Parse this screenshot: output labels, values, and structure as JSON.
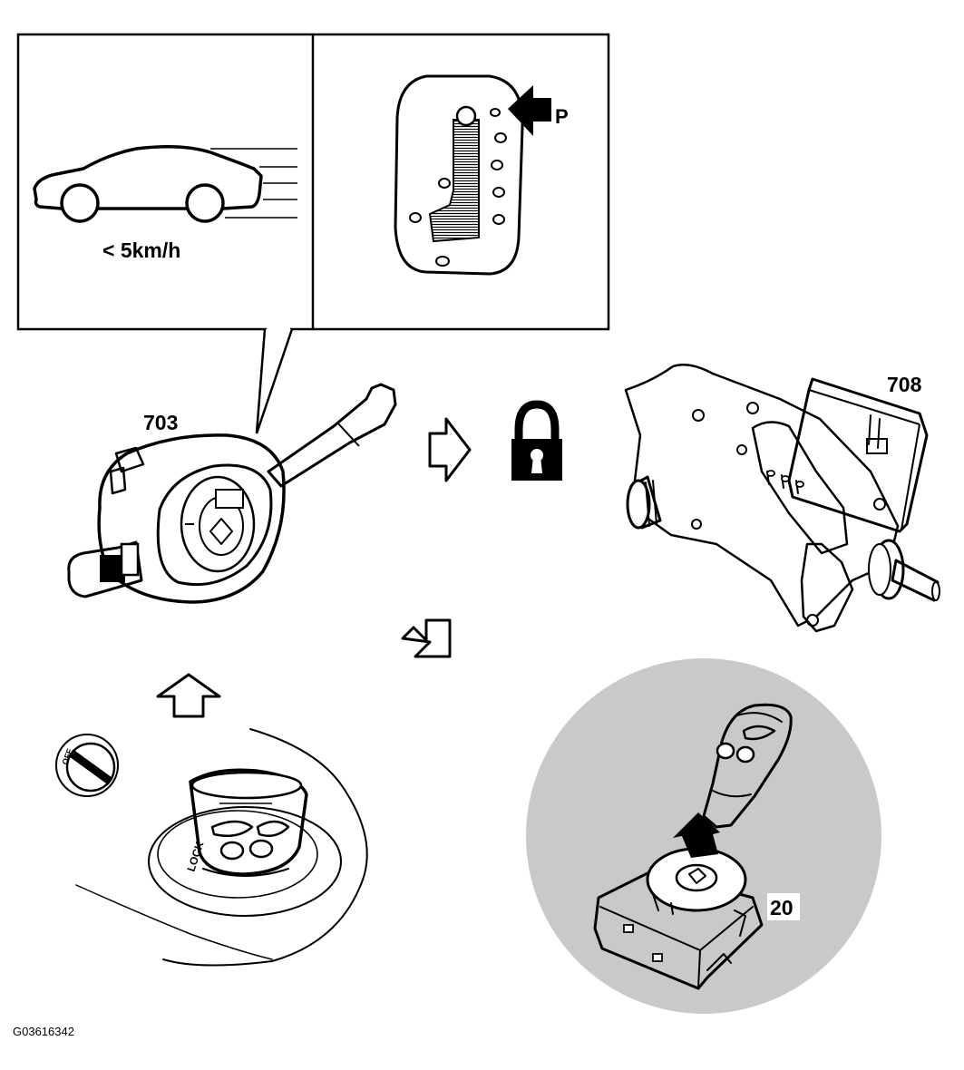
{
  "callout": {
    "speed_label": "< 5km/h",
    "gear_position_label": "P"
  },
  "components": {
    "steering_module_label": "703",
    "steering_lock_label": "708",
    "ignition_switch_label": "20"
  },
  "ignition_text": {
    "lock_label": "LOCK",
    "off_label": "OFF"
  },
  "figure_id": "G03616342",
  "colors": {
    "ink": "#000000",
    "panel_bg": "#ffffff",
    "detail_circle": "#c9c9c9",
    "gate_hatch": "#000000"
  },
  "icons": [
    "car-icon",
    "gear-selector-gate",
    "padlock-icon",
    "arrow-right-icon",
    "arrow-down-right-icon",
    "arrow-up-icon"
  ]
}
